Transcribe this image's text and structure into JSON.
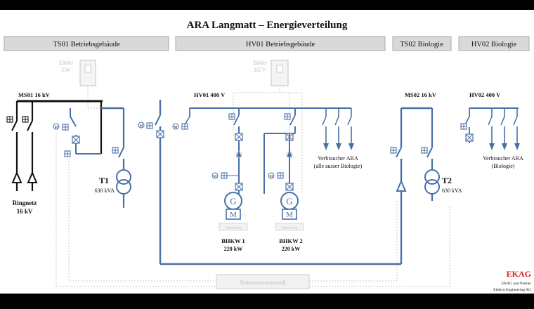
{
  "title": "ARA Langmatt – Energieverteilung",
  "sections": {
    "ts01": "TS01 Betriebsgebäude",
    "hv01": "HV01 Betriebsgebäude",
    "ts02": "TS02 Biologie",
    "hv02": "HV02 Biologie"
  },
  "buses": {
    "ms01": "MS01 16 kV",
    "hv01": "HV01 400 V",
    "ms02": "MS02 16 kV",
    "hv02": "HV02 400 V"
  },
  "meters": {
    "ew_line1": "Zähler",
    "ew_line2": "EW",
    "kev_line1": "Zähler",
    "kev_line2": "KEV"
  },
  "transformers": {
    "t1_name": "T1",
    "t1_rating": "630 kVA",
    "t2_name": "T2",
    "t2_rating": "630 kVA"
  },
  "grid": {
    "line1": "Ringnetz",
    "line2": "16 kV"
  },
  "generators": {
    "g_symbol": "G",
    "m_symbol": "M",
    "control_label": "Steuerung",
    "bhkw1_name": "BHKW 1",
    "bhkw1_power": "220 kW",
    "bhkw2_name": "BHKW 2",
    "bhkw2_power": "220 kW"
  },
  "consumers": {
    "ara_line1": "Verbraucher ARA",
    "ara_line2": "(alle ausser Biologie)",
    "bio_line1": "Verbraucher ARA",
    "bio_line2": "(Biologie)"
  },
  "emergency": "Notstromautomatik",
  "company": {
    "logo": "EKAG",
    "line1": "EKAG und Partner",
    "line2": "Elektro-Engineering AG"
  },
  "colors": {
    "ms_bus": "#111111",
    "lv_bus": "#4a6fa8",
    "section_header": "#d9d9d9",
    "logo_red": "#d8221b"
  }
}
